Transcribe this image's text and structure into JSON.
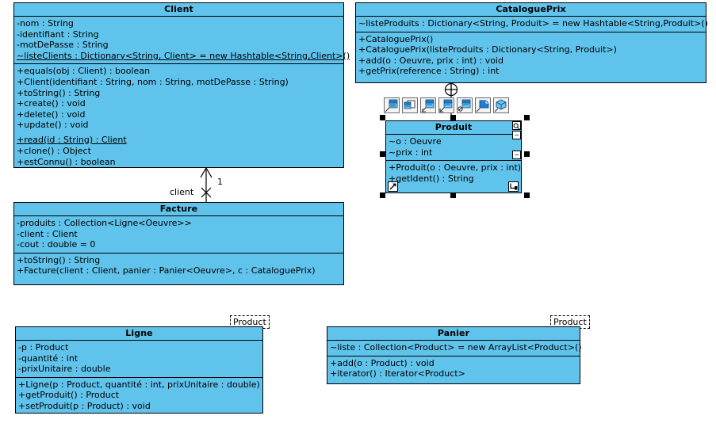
{
  "diagram": {
    "kind": "uml-class-diagram",
    "background": "#ffffff",
    "class_fill": "#5fc3ec",
    "class_stroke": "#000000",
    "selection_handle_color": "#000000"
  },
  "classes": {
    "client": {
      "name": "Client",
      "attributes": [
        "-nom : String",
        "-identifiant : String",
        "-motDePasse : String",
        "~listeClients : Dictionary<String, Client> = new Hashtable<String,Client>()"
      ],
      "operations": [
        "+equals(obj : Client) : boolean",
        "+Client(identifiant : String, nom : String, motDePasse : String)",
        "+toString() : String",
        "+create() : void",
        "+delete() : void",
        "+update() : void",
        "+read(id : String) : Client",
        "+clone() : Object",
        "+estConnu() : boolean"
      ]
    },
    "facture": {
      "name": "Facture",
      "attributes": [
        "-produits : Collection<Ligne<Oeuvre>>",
        "-client : Client",
        "-cout : double = 0"
      ],
      "operations": [
        "+toString() : String",
        "+Facture(client : Client, panier : Panier<Oeuvre>, c : CataloguePrix)"
      ]
    },
    "cataloguePrix": {
      "name": "CataloguePrix",
      "attributes": [
        "~listeProduits : Dictionary<String, Produit>  = new Hashtable<String,Produit>()"
      ],
      "operations": [
        "+CataloguePrix()",
        "+CataloguePrix(listeProduits : Dictionary<String, Produit>)",
        "+add(o : Oeuvre, prix : int) : void",
        "+getPrix(reference : String) : int"
      ]
    },
    "produit": {
      "name": "Produit",
      "attributes": [
        "~o : Oeuvre",
        "~prix : int"
      ],
      "operations": [
        "+Produit(o : Oeuvre, prix : int)",
        "+getIdent() : String"
      ],
      "selected": true
    },
    "ligne": {
      "name": "Ligne",
      "template_parameter": "Product",
      "attributes": [
        "-p : Product",
        "-quantité : int",
        "-prixUnitaire : double"
      ],
      "operations": [
        "+Ligne(p : Product, quantité : int, prixUnitaire : double)",
        "+getProduit() : Product",
        "+setProduit(p : Product) : void"
      ]
    },
    "panier": {
      "name": "Panier",
      "template_parameter": "Product",
      "attributes": [
        "~liste : Collection<Product> = new ArrayList<Product>()"
      ],
      "operations": [
        "+add(o : Product) : void",
        "+iterator() : Iterator<Product>"
      ]
    }
  },
  "connectors": {
    "client_facture": {
      "role_label": "client",
      "multiplicity": "1",
      "from": "Facture",
      "to": "Client",
      "style": "navigable-association"
    },
    "catalogue_produit": {
      "style": "containment",
      "symbol": "circle-plus",
      "from": "CataloguePrix",
      "to": "Produit"
    }
  },
  "toolbar": {
    "buttons": [
      {
        "name": "create-class-icon",
        "label": "Class"
      },
      {
        "name": "create-nested-class-icon",
        "label": "Nested Class"
      },
      {
        "name": "create-association-icon",
        "label": "Association"
      },
      {
        "name": "create-generalization-icon",
        "label": "Generalization"
      },
      {
        "name": "create-dependency-icon",
        "label": "Dependency"
      },
      {
        "name": "create-note-icon",
        "label": "Note"
      },
      {
        "name": "create-component-icon",
        "label": "Component"
      }
    ]
  },
  "produit_widgets": {
    "search_glyph": "⌕",
    "collapse_glyph": "−"
  }
}
